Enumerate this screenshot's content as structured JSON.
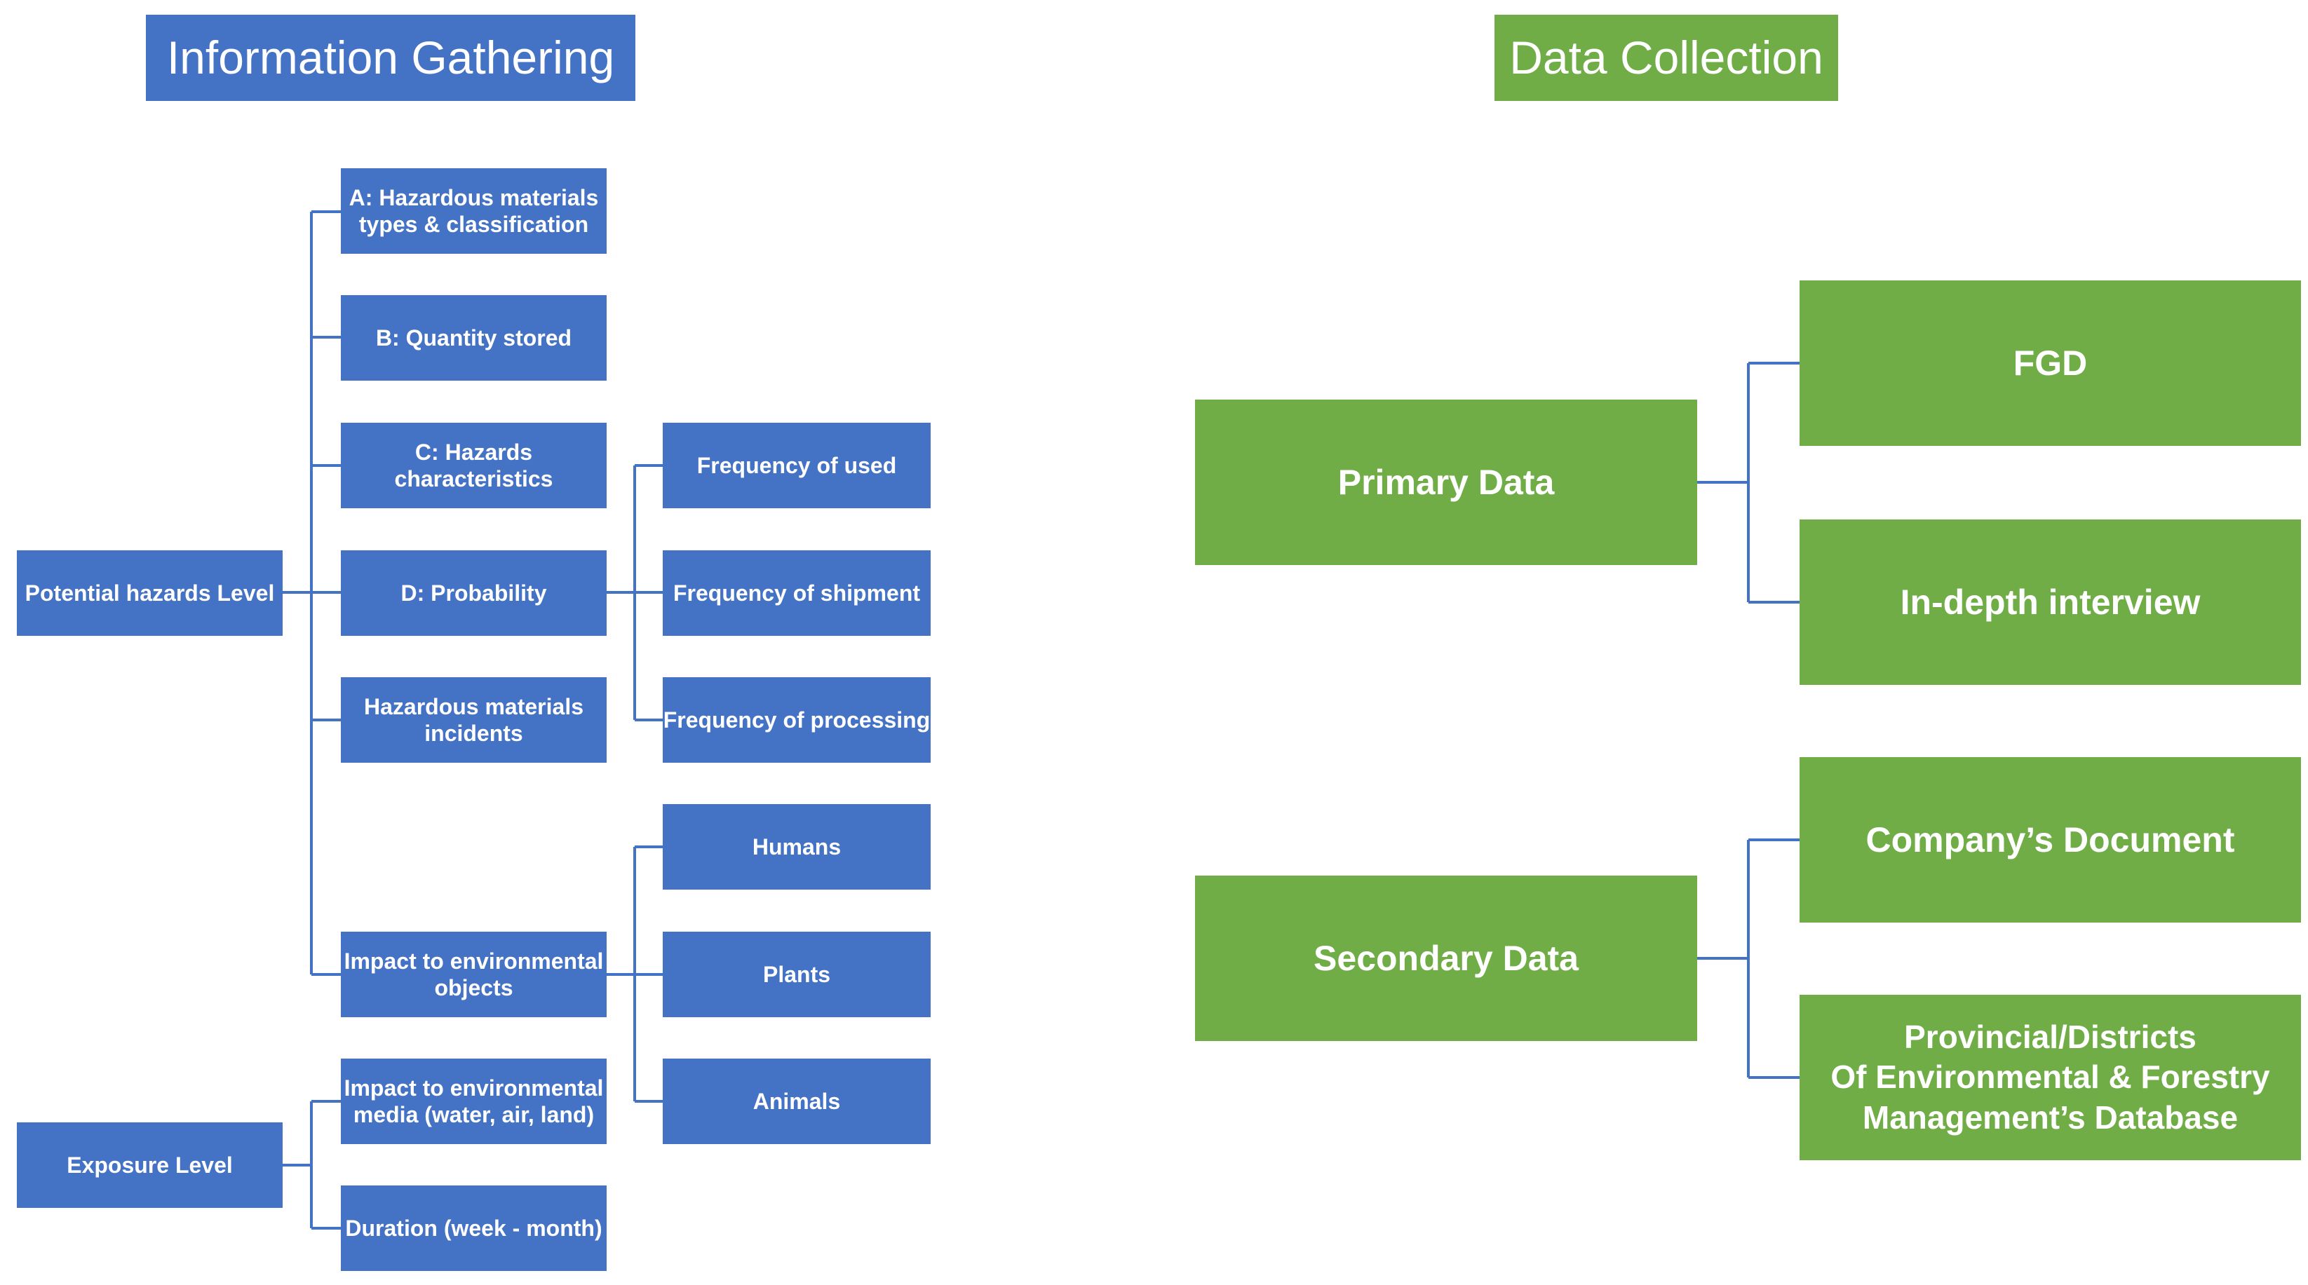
{
  "left": {
    "title": "Information Gathering",
    "potential": {
      "label": "Potential hazards Level",
      "items": [
        "A: Hazardous materials\ntypes & classification",
        "B: Quantity stored",
        "C: Hazards characteristics",
        "D: Probability",
        "Hazardous materials\nincidents",
        "Impact to environmental\nobjects"
      ],
      "probability_items": [
        "Frequency of used",
        "Frequency of shipment",
        "Frequency of processing"
      ],
      "object_items": [
        "Humans",
        "Plants",
        "Animals"
      ]
    },
    "exposure": {
      "label": "Exposure Level",
      "items": [
        "Impact to environmental\nmedia (water, air, land)",
        "Duration (week - month)"
      ]
    }
  },
  "right": {
    "title": "Data Collection",
    "primary": {
      "label": "Primary Data",
      "items": [
        "FGD",
        "In-depth interview"
      ]
    },
    "secondary": {
      "label": "Secondary Data",
      "items": [
        "Company’s Document",
        "Provincial/Districts\nOf Environmental & Forestry\nManagement’s Database"
      ]
    }
  },
  "colors": {
    "blue": "#4472C4",
    "green": "#70AD47",
    "connector": "#4472C4"
  }
}
